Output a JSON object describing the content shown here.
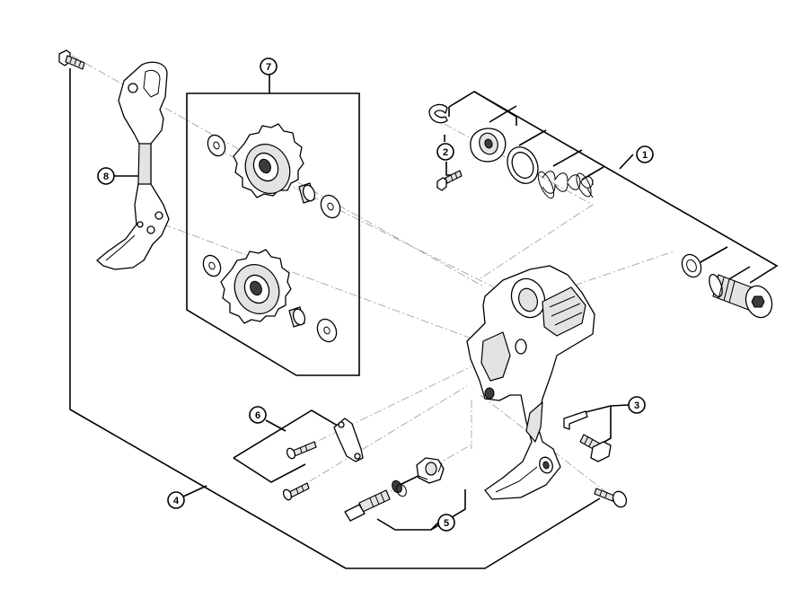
{
  "diagram": {
    "callouts": [
      {
        "id": "callout-1",
        "label": "1"
      },
      {
        "id": "callout-2",
        "label": "2"
      },
      {
        "id": "callout-3",
        "label": "3"
      },
      {
        "id": "callout-4",
        "label": "4"
      },
      {
        "id": "callout-5",
        "label": "5"
      },
      {
        "id": "callout-6",
        "label": "6"
      },
      {
        "id": "callout-7",
        "label": "7"
      },
      {
        "id": "callout-8",
        "label": "8"
      }
    ],
    "colors": {
      "line": "#000000",
      "axis": "#9a9a9a",
      "part_fill": "#ffffff",
      "part_shade": "#e3e3e3",
      "part_dark": "#3c3c3c"
    }
  }
}
